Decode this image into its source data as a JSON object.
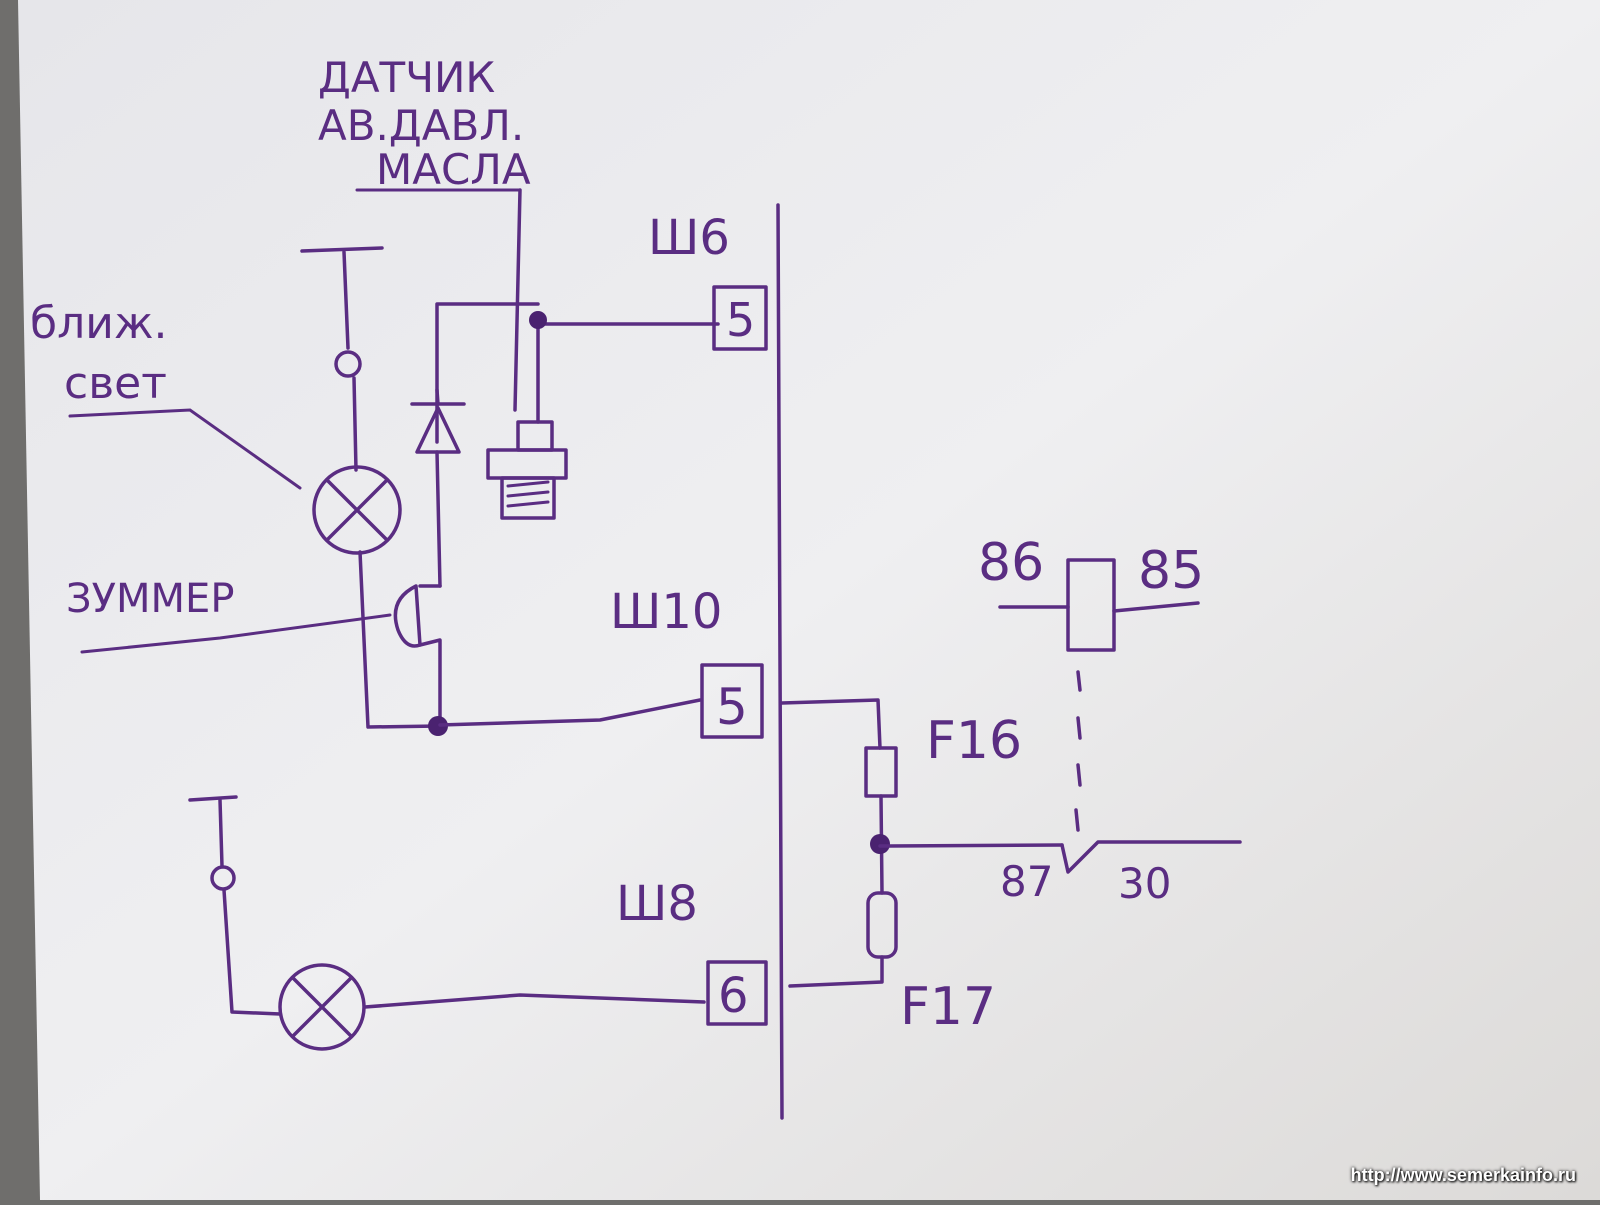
{
  "labels": {
    "sensor_line1": "ДАТЧИК",
    "sensor_line2": "АВ.ДАВЛ.",
    "sensor_line3": "МАСЛА",
    "low_beam_line1": "ближ.",
    "low_beam_line2": "свет",
    "buzzer": "ЗУММЕР",
    "connector_sh6": "Ш6",
    "connector_sh10": "Ш10",
    "connector_sh8": "Ш8",
    "pin_sh6": "5",
    "pin_sh10": "5",
    "pin_sh8": "6",
    "fuse_f16": "F16",
    "fuse_f17": "F17",
    "relay_86": "86",
    "relay_85": "85",
    "relay_87": "87",
    "relay_30": "30"
  },
  "watermark": "http://www.semerkainfo.ru",
  "colors": {
    "ink": "#5a2d82",
    "paper": "#efeff0"
  }
}
